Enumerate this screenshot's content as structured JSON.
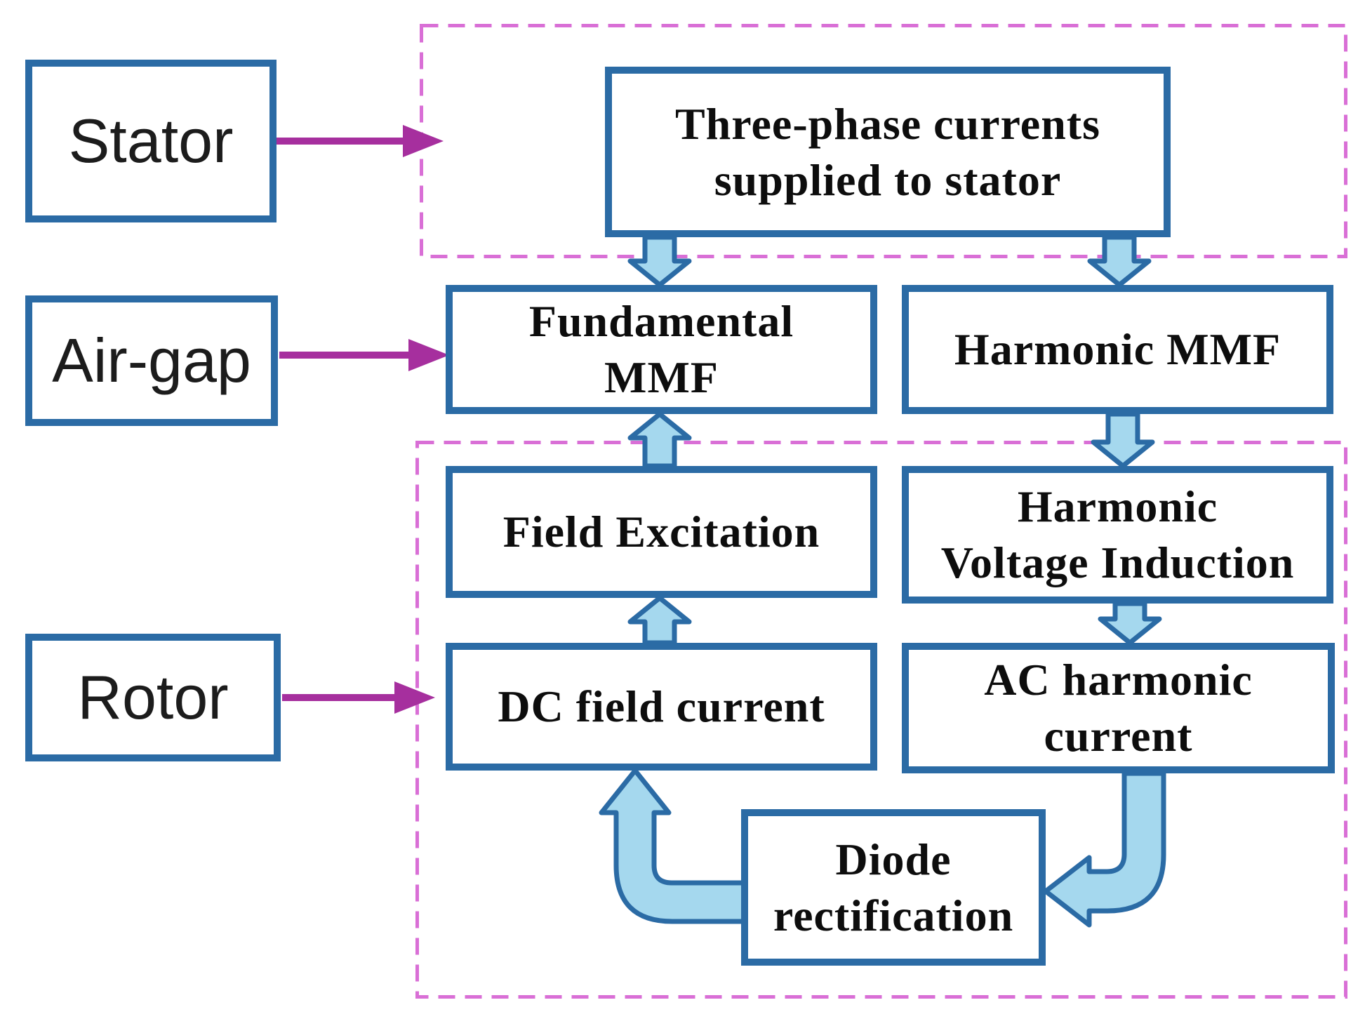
{
  "regions": {
    "stator": {
      "label": "Stator"
    },
    "air_gap": {
      "label": "Air-gap"
    },
    "rotor": {
      "label": "Rotor"
    }
  },
  "nodes": {
    "three_phase": {
      "line1": "Three-phase currents",
      "line2": "supplied to stator"
    },
    "fundamental_mmf": {
      "line1": "Fundamental",
      "line2": "MMF"
    },
    "harmonic_mmf": {
      "line1": "Harmonic MMF"
    },
    "field_excitation": {
      "line1": "Field Excitation"
    },
    "harmonic_voltage_induction": {
      "line1": "Harmonic",
      "line2": "Voltage Induction"
    },
    "dc_field_current": {
      "line1": "DC field current"
    },
    "ac_harmonic_current": {
      "line1": "AC harmonic",
      "line2": "current"
    },
    "diode_rectification": {
      "line1": "Diode",
      "line2": "rectification"
    }
  },
  "colors": {
    "box_border_blue": "#2b6ba5",
    "block_arrow_fill": "#a5d8ee",
    "block_arrow_outline": "#2b6ba5",
    "magenta_arrow": "#a62f9e",
    "dashed_border_pink": "#d96fd6",
    "text_black": "#0d0d0d"
  }
}
